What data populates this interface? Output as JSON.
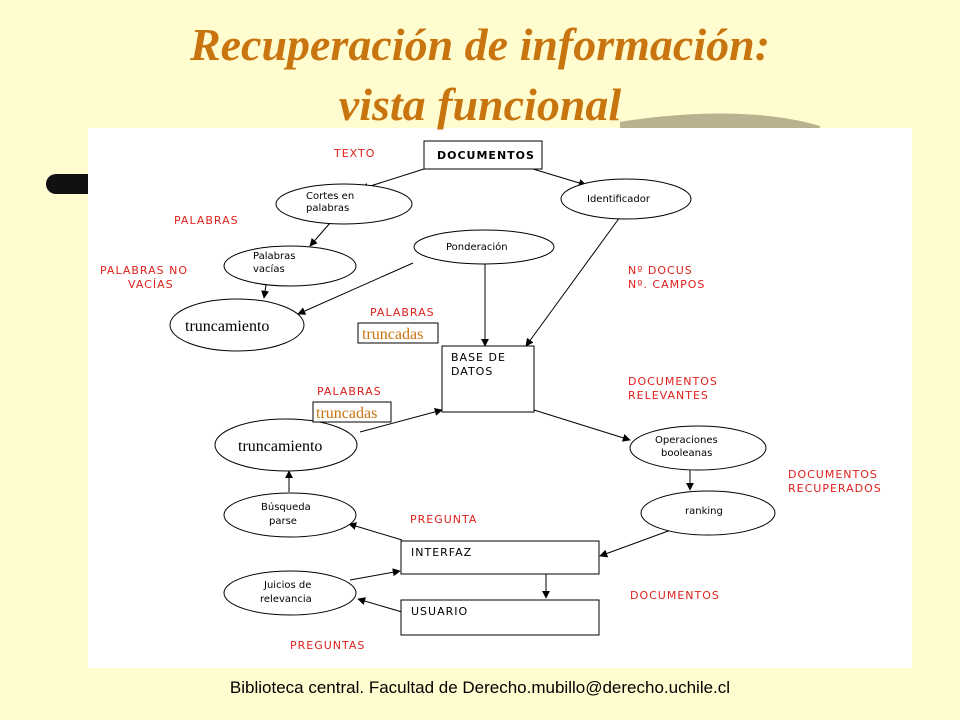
{
  "title": {
    "line1": "Recuperación de información:",
    "line2": "vista funcional"
  },
  "colors": {
    "background": "#FFFDCF",
    "title": "#C8740F",
    "flow_label": "#E0201C",
    "overlay_text": "#C8740F"
  },
  "diagram": {
    "boxes": {
      "documentos": "DOCUMENTOS",
      "base_datos_1": "BASE DE",
      "base_datos_2": "DATOS",
      "interfaz": "INTERFAZ",
      "usuario": "USUARIO"
    },
    "processes": {
      "cortes_1": "Cortes en",
      "cortes_2": "palabras",
      "identificador": "Identificador",
      "vacias_1": "Palabras",
      "vacias_2": "vacías",
      "ponderacion": "Ponderación",
      "truncamiento_top": "truncamiento",
      "truncamiento_mid": "truncamiento",
      "booleanas_1": "Operaciones",
      "booleanas_2": "booleanas",
      "ranking": "ranking",
      "busqueda_1": "Búsqueda",
      "busqueda_2": "parse",
      "juicios_1": "Juicios de",
      "juicios_2": "relevancia"
    },
    "flow_labels": {
      "texto": "TEXTO",
      "palabras": "PALABRAS",
      "palabras_no_1": "PALABRAS NO",
      "palabras_no_2": "VACÍAS",
      "ndocus_1": "Nº DOCUS",
      "ndocus_2": "Nº. CAMPOS",
      "palabras_top": "PALABRAS",
      "truncadas_top": "truncadas",
      "docs_rel_1": "DOCUMENTOS",
      "docs_rel_2": "RELEVANTES",
      "palabras_mid": "PALABRAS",
      "truncadas_mid": "truncadas",
      "docs_rec_1": "DOCUMENTOS",
      "docs_rec_2": "RECUPERADOS",
      "pregunta": "PREGUNTA",
      "documentos": "DOCUMENTOS",
      "preguntas": "PREGUNTAS"
    }
  },
  "footer": "Biblioteca central. Facultad de Derecho.mubillo@derecho.uchile.cl"
}
